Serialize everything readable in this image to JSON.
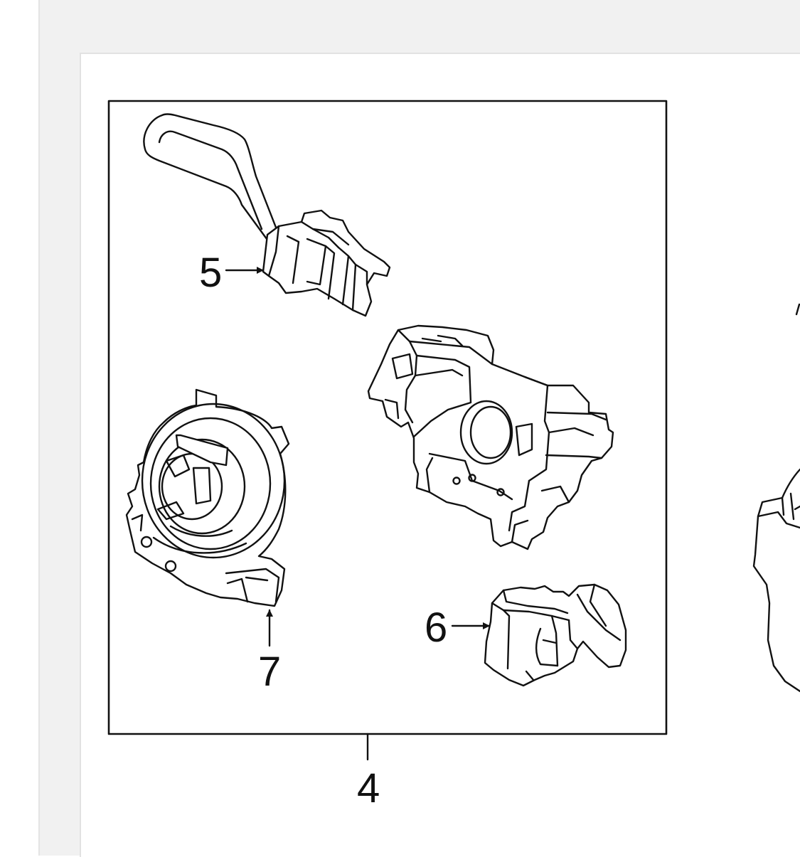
{
  "diagram": {
    "callouts": [
      {
        "id": "part-5",
        "label": "5"
      },
      {
        "id": "part-6",
        "label": "6"
      },
      {
        "id": "part-7",
        "label": "7"
      },
      {
        "id": "assembly-4",
        "label": "4"
      }
    ],
    "colors": {
      "line": "#111111",
      "background": "#ffffff",
      "panel": "#f1f1f1"
    }
  }
}
